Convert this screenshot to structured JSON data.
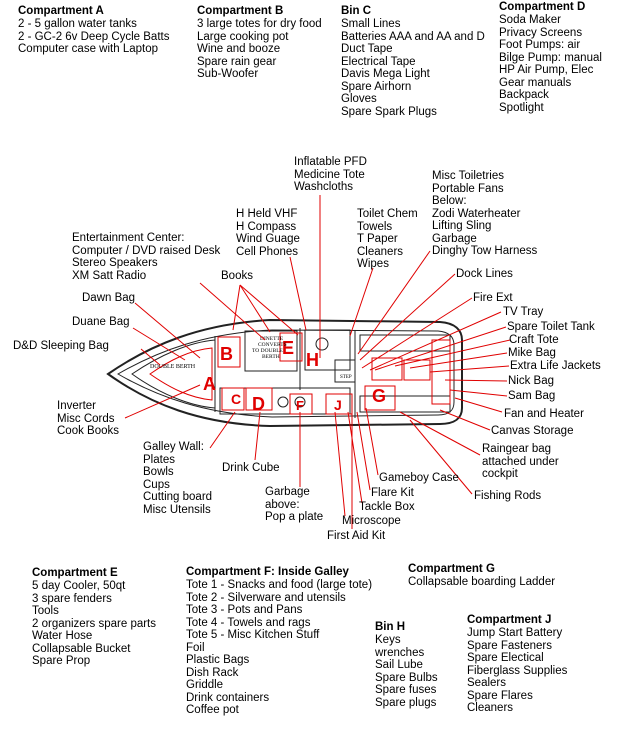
{
  "compartments": {
    "A": {
      "title": "Compartment A",
      "items": [
        "2 - 5 gallon water tanks",
        "2 - GC-2 6v Deep Cycle Batts",
        "Computer case with Laptop"
      ]
    },
    "B": {
      "title": "Compartment B",
      "items": [
        "3 large totes for dry food",
        "Large cooking pot",
        "Wine and booze",
        "Spare rain gear",
        "Sub-Woofer"
      ]
    },
    "C": {
      "title": "Bin C",
      "items": [
        "Small Lines",
        "Batteries AAA and AA and D",
        "Duct Tape",
        "Electrical Tape",
        "Davis Mega Light",
        "Spare Airhorn",
        "Gloves",
        "Spare Spark Plugs"
      ]
    },
    "D": {
      "title": "Compartment D",
      "items": [
        "Soda Maker",
        "Privacy Screens",
        "Foot Pumps: air",
        "Bilge Pump: manual",
        "HP Air Pump, Elec",
        "Gear manuals",
        "Backpack",
        "Spotlight"
      ]
    },
    "E": {
      "title": "Compartment E",
      "items": [
        "5 day Cooler, 50qt",
        "3 spare fenders",
        "Tools",
        "2 organizers spare parts",
        "Water Hose",
        "Collapsable Bucket",
        "Spare Prop"
      ]
    },
    "F": {
      "title": "Compartment F: Inside Galley",
      "items": [
        "Tote 1 - Snacks and food (large tote)",
        "Tote 2 - Silverware and utensils",
        "Tote 3 - Pots and Pans",
        "Tote 4 - Towels and rags",
        "Tote 5 - Misc Kitchen Stuff",
        "Foil",
        "Plastic Bags",
        "Dish Rack",
        "Griddle",
        "Drink containers",
        "Coffee pot"
      ]
    },
    "G": {
      "title": "Compartment G",
      "items": [
        "Collapsable boarding Ladder"
      ]
    },
    "H": {
      "title": "Bin H",
      "items": [
        "Keys",
        "wrenches",
        "Sail Lube",
        "Spare Bulbs",
        "Spare fuses",
        "Spare plugs"
      ]
    },
    "J": {
      "title": "Compartment J",
      "items": [
        "Jump Start Battery",
        "Spare Fasteners",
        "Spare Electical",
        "Fiberglass Supplies",
        "Sealers",
        "Spare Flares",
        "Cleaners"
      ]
    }
  },
  "labels": {
    "inflatable": [
      "Inflatable PFD",
      "Medicine Tote",
      "Washcloths"
    ],
    "misc_toiletries": [
      "Misc Toiletries",
      "Portable Fans",
      "Below:",
      "Zodi Waterheater",
      "Lifting Sling",
      "Garbage",
      "Dinghy Tow Harness"
    ],
    "toilet_chem": [
      "Toilet Chem",
      "Towels",
      "T Paper",
      "Cleaners",
      "Wipes"
    ],
    "hheld_vhf": [
      "H Held VHF",
      "H Compass",
      "Wind Guage",
      "Cell Phones"
    ],
    "entertainment": [
      "Entertainment Center:",
      "Computer / DVD raised Desk",
      "Stereo Speakers",
      "XM Satt Radio"
    ],
    "books": "Books",
    "dawn_bag": "Dawn Bag",
    "duane_bag": "Duane Bag",
    "dd_bag": "D&D Sleeping Bag",
    "inverter": [
      "Inverter",
      "Misc Cords",
      "Cook Books"
    ],
    "galley_wall": [
      "Galley Wall:",
      "Plates",
      "Bowls",
      "Cups",
      "Cutting board",
      "Misc Utensils"
    ],
    "drink_cube": "Drink Cube",
    "garbage": [
      "Garbage",
      "above:",
      "Pop a plate"
    ],
    "microscope": "Microscope",
    "first_aid": "First Aid Kit",
    "tackle_box": "Tackle Box",
    "flare_kit": "Flare Kit",
    "gameboy": "Gameboy Case",
    "fishing_rods": "Fishing Rods",
    "raingear": [
      "Raingear bag",
      "attached under",
      "cockpit"
    ],
    "canvas": "Canvas Storage",
    "fan": "Fan and Heater",
    "sam_bag": "Sam Bag",
    "nick_bag": "Nick Bag",
    "extra_jackets": "Extra Life Jackets",
    "mike_bag": "Mike Bag",
    "craft_tote": "Craft Tote",
    "spare_toilet": "Spare Toilet Tank",
    "tv_tray": "TV Tray",
    "fire_ext": "Fire Ext",
    "dock_lines": "Dock Lines"
  },
  "boat": {
    "markers": {
      "A": "A",
      "B": "B",
      "C": "C",
      "D": "D",
      "E": "E",
      "F": "F",
      "G": "G",
      "H": "H",
      "J": "J"
    },
    "berth_text": "DOUBLE BERTH",
    "dinette_text": [
      "DINETTE",
      "CONVERTS",
      "TO DOUBLE",
      "BERTH"
    ],
    "step_text": "STEP"
  },
  "colors": {
    "callout": "#e00000",
    "outline": "#222222"
  }
}
